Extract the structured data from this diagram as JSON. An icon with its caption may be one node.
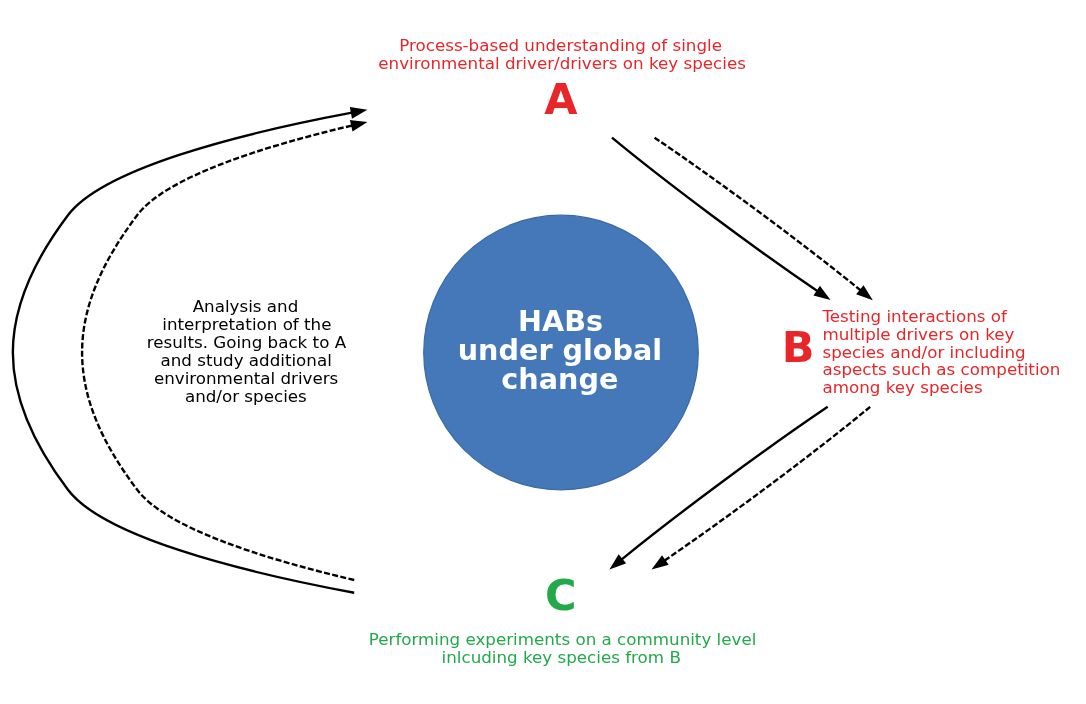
{
  "diagram": {
    "nodes": [
      {
        "text": [
          "A"
        ],
        "beside": [
          "Process-based understanding of single environmental driver/drivers on key species"
        ]
      },
      {
        "text": [
          "B"
        ],
        "beside": [
          "Testing interactions of multiple drivers on key species and/or including aspects such as competition among key species"
        ]
      },
      {
        "text": [
          "C"
        ],
        "beside": [
          "Performing experiments on a community level inlcuding key species from B"
        ]
      },
      {
        "text": [
          "HABs under global change"
        ]
      }
    ],
    "edges": [
      {
        "from": 0,
        "to": 1,
        "arrow": "to"
      },
      {
        "from": 0,
        "to": 1,
        "arrow": "to",
        "style": "dashed"
      },
      {
        "from": 1,
        "to": 2,
        "arrow": "to"
      },
      {
        "from": 1,
        "to": 2,
        "arrow": "to",
        "style": "dashed"
      },
      {
        "from": 2,
        "to": 0,
        "arrow": "to"
      },
      {
        "from": 2,
        "to": 0,
        "arrow": "to",
        "style": "dashed"
      }
    ],
    "labels": [
      "Analysis and interpretation of the results. Going back to A and study additional environmental drivers and/or species"
    ]
  }
}
